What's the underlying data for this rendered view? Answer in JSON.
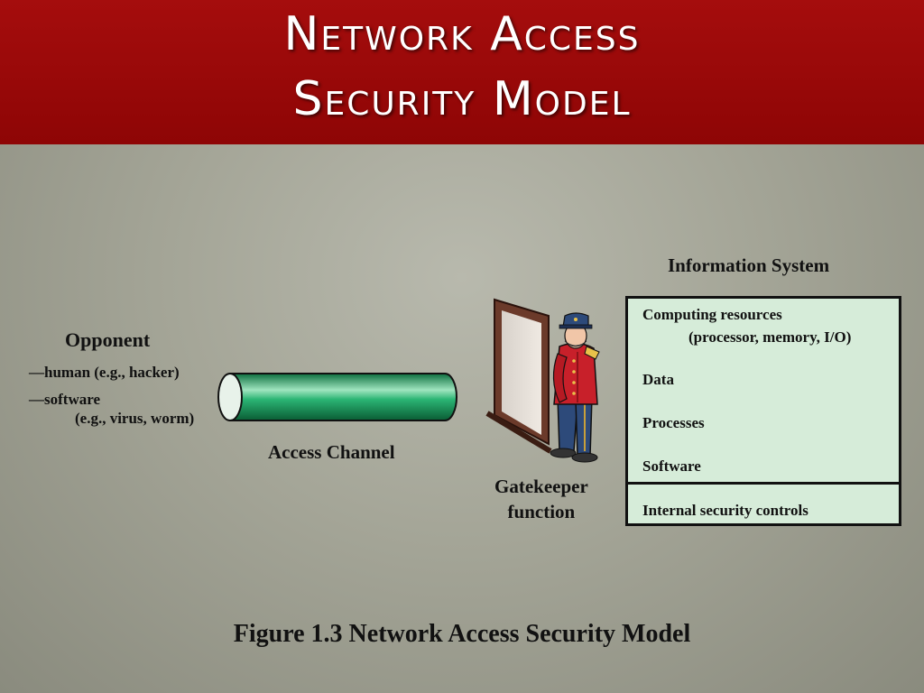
{
  "title": {
    "line1": "Network Access",
    "line2": "Security Model"
  },
  "opponent": {
    "heading": "Opponent",
    "items": [
      "—human (e.g., hacker)",
      "—software",
      "(e.g., virus, worm)"
    ]
  },
  "access_channel": {
    "label": "Access Channel"
  },
  "gatekeeper": {
    "line1": "Gatekeeper",
    "line2": "function"
  },
  "information_system": {
    "title": "Information System",
    "items": [
      "Computing resources",
      "(processor, memory, I/O)",
      "Data",
      "Processes",
      "Software",
      "Internal security controls"
    ]
  },
  "caption": "Figure 1.3 Network Access Security Model",
  "colors": {
    "title_bar": "#9b0a0a",
    "pipe": "#1aa665",
    "info_box_fill": "#d6ecd9"
  }
}
